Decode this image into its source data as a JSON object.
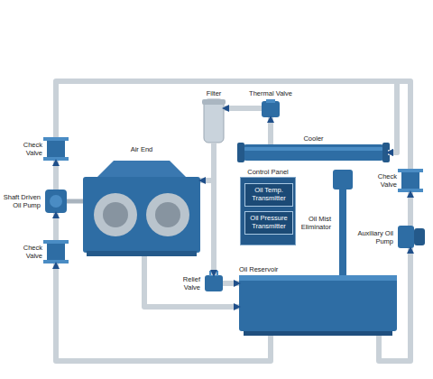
{
  "diagram": {
    "nodes": [
      {
        "text": [
          "Check Valve"
        ]
      },
      {
        "text": [
          "Shaft Driven Oil Pump"
        ]
      },
      {
        "text": [
          "Check Valve"
        ]
      },
      {
        "text": [
          "Air End"
        ]
      },
      {
        "text": [
          "Filter"
        ]
      },
      {
        "text": [
          "Thermal Valve"
        ]
      },
      {
        "text": [
          "Cooler"
        ]
      },
      {
        "text": [
          "Control Panel"
        ]
      },
      {
        "text": [
          "Oil Temp. Transmitter"
        ],
        "in": 7
      },
      {
        "text": [
          "Oil Pressure Transmitter"
        ],
        "in": 7
      },
      {
        "text": [
          "Oil Mist Eliminator"
        ]
      },
      {
        "text": [
          "Check Valve"
        ]
      },
      {
        "text": [
          "Auxiliary Oil Pump"
        ]
      },
      {
        "text": [
          "Relief Valve"
        ]
      },
      {
        "text": [
          "Oil Reservoir"
        ]
      }
    ],
    "edges": [
      {
        "from": 14,
        "to": 2,
        "arrow": "to"
      },
      {
        "from": 2,
        "to": 1,
        "arrow": "to"
      },
      {
        "from": 1,
        "to": 0,
        "arrow": "to"
      },
      {
        "from": 0,
        "to": 6,
        "arrow": "to"
      },
      {
        "from": 14,
        "to": 12,
        "arrow": "to"
      },
      {
        "from": 12,
        "to": 11,
        "arrow": "to"
      },
      {
        "from": 11,
        "to": 6,
        "arrow": "to"
      },
      {
        "from": 6,
        "to": 5,
        "arrow": "to"
      },
      {
        "from": 5,
        "to": 4,
        "arrow": "to"
      },
      {
        "from": 4,
        "to": 3,
        "arrow": "to"
      },
      {
        "from": 4,
        "to": 13,
        "arrow": "to"
      },
      {
        "from": 13,
        "to": 14,
        "arrow": "to"
      },
      {
        "from": 3,
        "to": 14,
        "arrow": "to"
      }
    ]
  }
}
